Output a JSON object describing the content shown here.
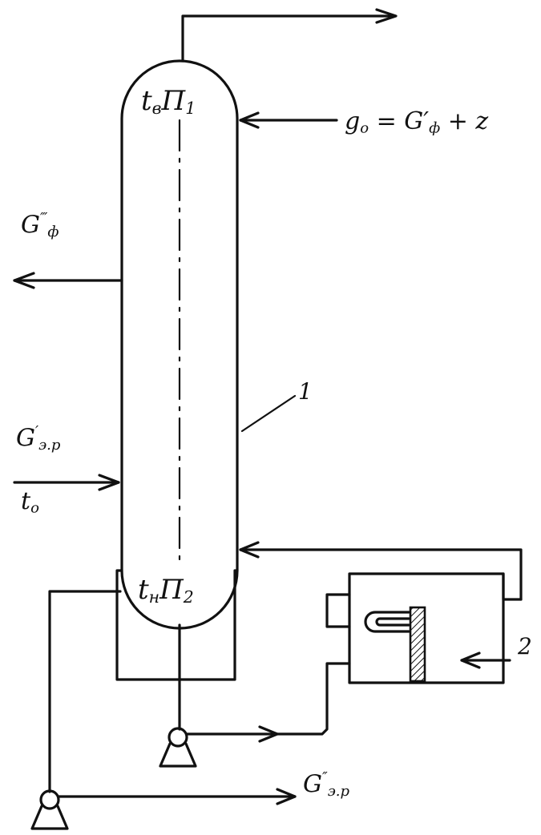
{
  "labels": {
    "top_temp": "t",
    "top_temp_sub": "в",
    "top_pressure": "П",
    "top_pressure_sub": "1",
    "bottom_temp": "t",
    "bottom_temp_sub": "н",
    "bottom_pressure": "П",
    "bottom_pressure_sub": "2",
    "reflux_g": "g",
    "reflux_g_sub": "o",
    "reflux_eq": " = G",
    "reflux_prime": "′",
    "reflux_sub": "ф",
    "reflux_plus": " + z",
    "side_draw": "G",
    "side_draw_sup": "‴",
    "side_draw_sub": "ф",
    "feed": "G",
    "feed_sup": "′",
    "feed_sub": "э.р",
    "feed_temp": "t",
    "feed_temp_sub": "o",
    "bottoms": "G",
    "bottoms_sup": "″",
    "bottoms_sub": "э.р",
    "column_number": "1",
    "reboiler_number": "2"
  },
  "colors": {
    "ink": "#111111",
    "hatch": "#111111",
    "background": "#ffffff"
  }
}
